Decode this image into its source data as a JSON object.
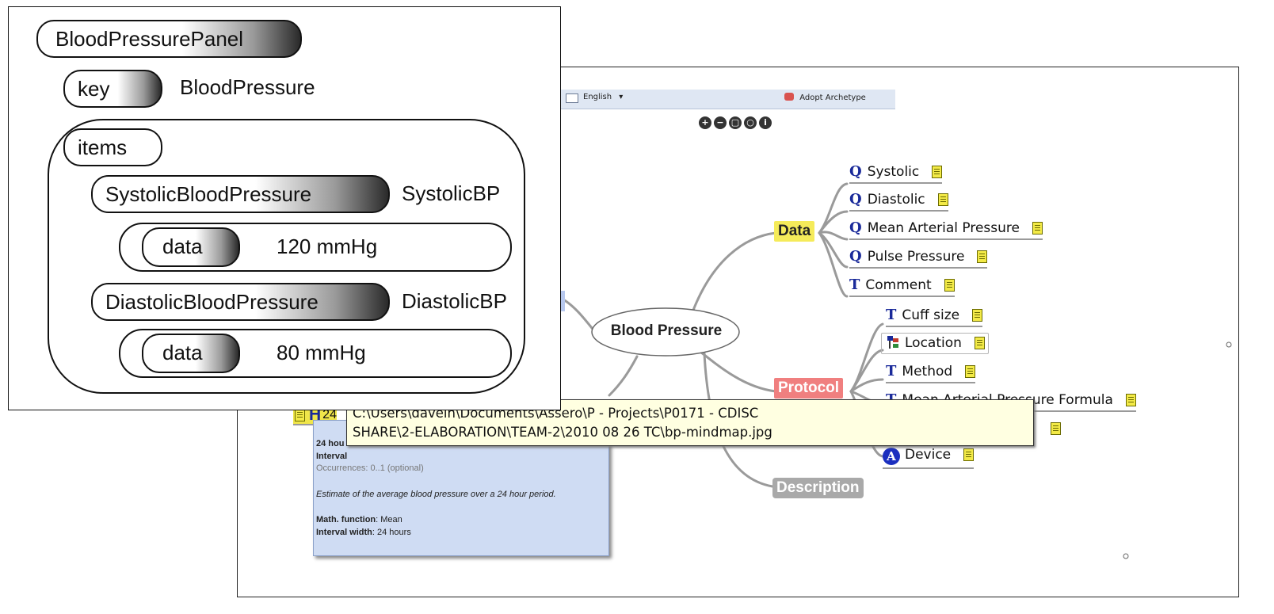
{
  "toolbar": {
    "language": "English",
    "language_arrow": "▾",
    "adopt_label": "Adopt Archetype"
  },
  "view_controls": [
    "+",
    "−",
    "▢",
    "○",
    "i"
  ],
  "mindmap": {
    "center": "Blood Pressure",
    "branches": {
      "data": "Data",
      "protocol": "Protocol",
      "description": "Description"
    },
    "data_items": [
      {
        "type": "Q",
        "label": "Systolic"
      },
      {
        "type": "Q",
        "label": "Diastolic"
      },
      {
        "type": "Q",
        "label": "Mean Arterial Pressure"
      },
      {
        "type": "Q",
        "label": "Pulse Pressure"
      },
      {
        "type": "T",
        "label": "Comment"
      }
    ],
    "protocol_items": [
      {
        "type": "T",
        "label": "Cuff size"
      },
      {
        "type": "tree",
        "label": "Location"
      },
      {
        "type": "T",
        "label": "Method"
      },
      {
        "type": "T",
        "label": "Mean Arterial Pressure Formula"
      },
      {
        "type": "A",
        "label": "Device"
      }
    ],
    "left_node_fragment": "24",
    "description_box": {
      "line1": "24 hou",
      "line2": "Interval",
      "occurrences": "Occurrences: 0..1 (optional)",
      "summary": "Estimate of the average blood pressure over a 24 hour period.",
      "math_label": "Math. function",
      "math_value": ": Mean",
      "width_label": "Interval width",
      "width_value": ": 24 hours"
    }
  },
  "tooltip": {
    "line1": "C:\\Users\\daveih\\Documents\\Assero\\P - Projects\\P0171 - CDISC",
    "line2": "SHARE\\2-ELABORATION\\TEAM-2\\2010 08 26 TC\\bp-mindmap.jpg"
  },
  "panel": {
    "root": "BloodPressurePanel",
    "key_label": "key",
    "key_value": "BloodPressure",
    "items_label": "items",
    "systolic_name": "SystolicBloodPressure",
    "systolic_id": "SystolicBP",
    "systolic_data_label": "data",
    "systolic_value": "120 mmHg",
    "diastolic_name": "DiastolicBloodPressure",
    "diastolic_id": "DiastolicBP",
    "diastolic_data_label": "data",
    "diastolic_value": "80 mmHg"
  },
  "colors": {
    "data_branch": "#f5eb5a",
    "protocol_branch": "#f07f7f",
    "description_branch": "#a9a9a9",
    "quantity_icon": "#1a2a9a",
    "note_icon": "#f3ea47",
    "tooltip_bg": "#ffffe1",
    "description_bg": "#cfdcf3"
  },
  "icons": {
    "quantity": "q-icon",
    "text": "t-icon",
    "note": "note-icon",
    "tree": "tree-icon",
    "archetype": "archetype-a-icon",
    "mail": "mail-icon",
    "adopt": "adopt-archetype-icon"
  }
}
